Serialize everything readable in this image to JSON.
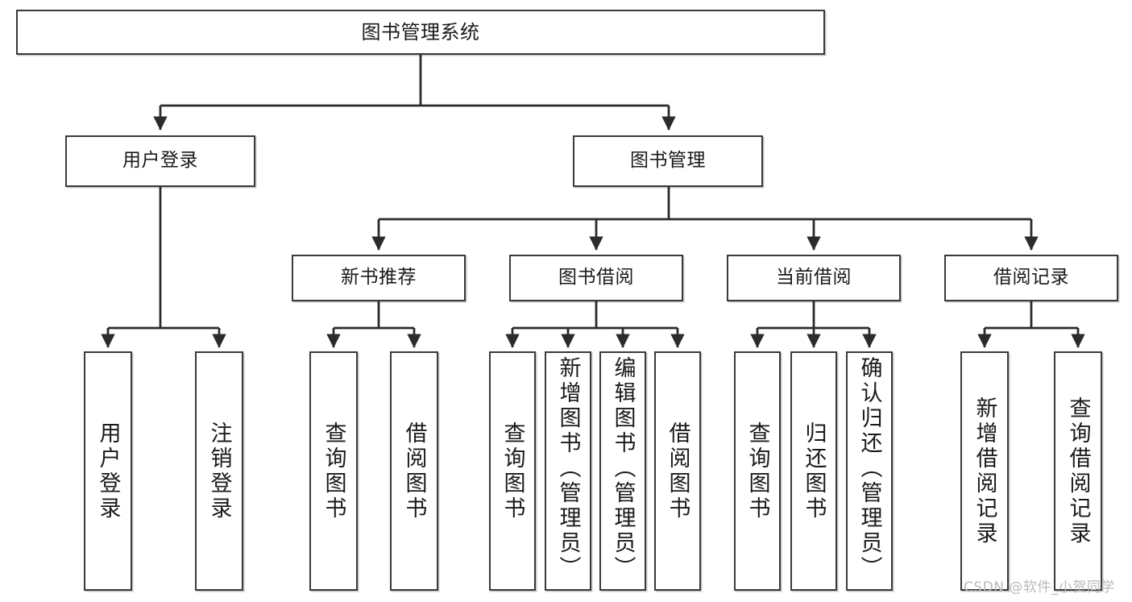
{
  "diagram": {
    "title": "图书管理系统",
    "type": "tree",
    "colors": {
      "box_border": "#3a3a3a",
      "box_fill": "#ffffff",
      "edge": "#2b2b2b",
      "text": "#1a1a1a",
      "watermark": "#b9b9b9"
    },
    "nodes": {
      "root": {
        "label": "图书管理系统"
      },
      "level2": [
        {
          "id": "user-login",
          "label": "用户登录"
        },
        {
          "id": "book-manage",
          "label": "图书管理"
        }
      ],
      "level3": [
        {
          "id": "new-book-recommend",
          "label": "新书推荐"
        },
        {
          "id": "book-borrow",
          "label": "图书借阅"
        },
        {
          "id": "current-borrow",
          "label": "当前借阅"
        },
        {
          "id": "borrow-record",
          "label": "借阅记录"
        }
      ],
      "leaves": [
        {
          "id": "leaf-user-login",
          "label": "用户登录",
          "parent": "user-login"
        },
        {
          "id": "leaf-logout-login",
          "label": "注销登录",
          "parent": "user-login"
        },
        {
          "id": "leaf-query-book-1",
          "label": "查询图书",
          "parent": "new-book-recommend"
        },
        {
          "id": "leaf-borrow-book-1",
          "label": "借阅图书",
          "parent": "new-book-recommend"
        },
        {
          "id": "leaf-query-book-2",
          "label": "查询图书",
          "parent": "book-borrow"
        },
        {
          "id": "leaf-add-book",
          "label": "新增图书（管理员）",
          "parent": "book-borrow"
        },
        {
          "id": "leaf-edit-book",
          "label": "编辑图书（管理员）",
          "parent": "book-borrow"
        },
        {
          "id": "leaf-borrow-book-2",
          "label": "借阅图书",
          "parent": "book-borrow"
        },
        {
          "id": "leaf-query-book-3",
          "label": "查询图书",
          "parent": "current-borrow"
        },
        {
          "id": "leaf-return-book",
          "label": "归还图书",
          "parent": "current-borrow"
        },
        {
          "id": "leaf-confirm-return",
          "label": "确认归还（管理员）",
          "parent": "current-borrow"
        },
        {
          "id": "leaf-add-record",
          "label": "新增借阅记录",
          "parent": "borrow-record"
        },
        {
          "id": "leaf-query-record",
          "label": "查询借阅记录",
          "parent": "borrow-record"
        }
      ]
    },
    "watermark": "CSDN @软件_小贺同学"
  }
}
